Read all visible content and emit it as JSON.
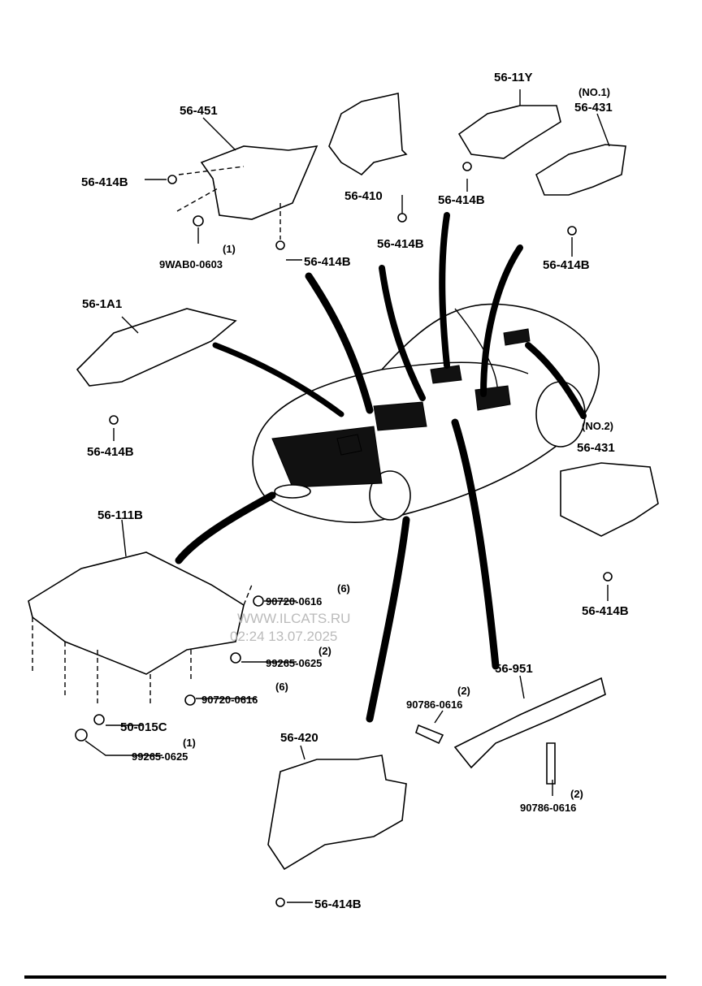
{
  "parts": {
    "p451": "56-451",
    "p414b_a": "56-414B",
    "nut": "9WAB0-0603",
    "nut_qty": "(1)",
    "p414b_b": "56-414B",
    "p410": "56-410",
    "p414b_c": "56-414B",
    "p11y": "56-11Y",
    "no1": "(NO.1)",
    "p431_1": "56-431",
    "p414b_d": "56-414B",
    "p414b_e": "56-414B",
    "p1a1": "56-1A1",
    "p414b_f": "56-414B",
    "no2": "(NO.2)",
    "p431_2": "56-431",
    "p414b_g": "56-414B",
    "p111b": "56-111B",
    "bolt1": "90720-0616",
    "bolt1_qty": "(6)",
    "screw1": "99265-0625",
    "screw1_qty": "(2)",
    "bolt2": "90720-0616",
    "bolt2_qty": "(6)",
    "clip": "50-015C",
    "screw2": "99265-0625",
    "screw2_qty": "(1)",
    "p951": "56-951",
    "bolt3": "90786-0616",
    "bolt3_qty": "(2)",
    "bolt4": "90786-0616",
    "bolt4_qty": "(2)",
    "p420": "56-420",
    "p414b_h": "56-414B"
  },
  "watermark": {
    "site": "WWW.ILCATS.RU",
    "timestamp": "02:24 13.07.2025"
  }
}
